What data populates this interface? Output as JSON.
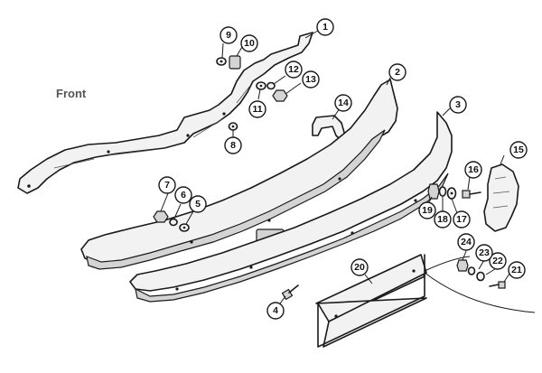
{
  "diagram": {
    "front_label": "Front",
    "callouts": [
      "1",
      "2",
      "3",
      "4",
      "5",
      "6",
      "7",
      "8",
      "9",
      "10",
      "11",
      "12",
      "13",
      "14",
      "15",
      "16",
      "17",
      "18",
      "19",
      "20",
      "21",
      "22",
      "23",
      "24"
    ]
  }
}
